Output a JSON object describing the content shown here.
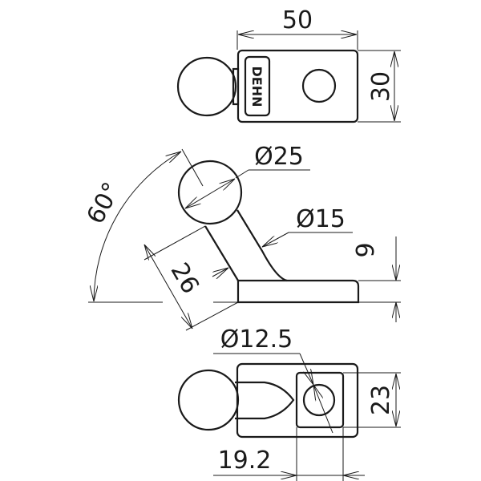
{
  "drawing": {
    "logo_text": "DEHN",
    "line_color": "#1a1a1a",
    "top_view": {
      "width_dim": "50",
      "height_dim": "30"
    },
    "side_view": {
      "angle_dim": "60°",
      "ball_diameter_dim": "Ø25",
      "stem_diameter_dim": "Ø15",
      "stem_length_dim": "26",
      "base_height_dim": "9"
    },
    "bottom_view": {
      "hole_diameter_dim": "Ø12.5",
      "square_height_dim": "23",
      "offset_dim": "19.2"
    }
  }
}
